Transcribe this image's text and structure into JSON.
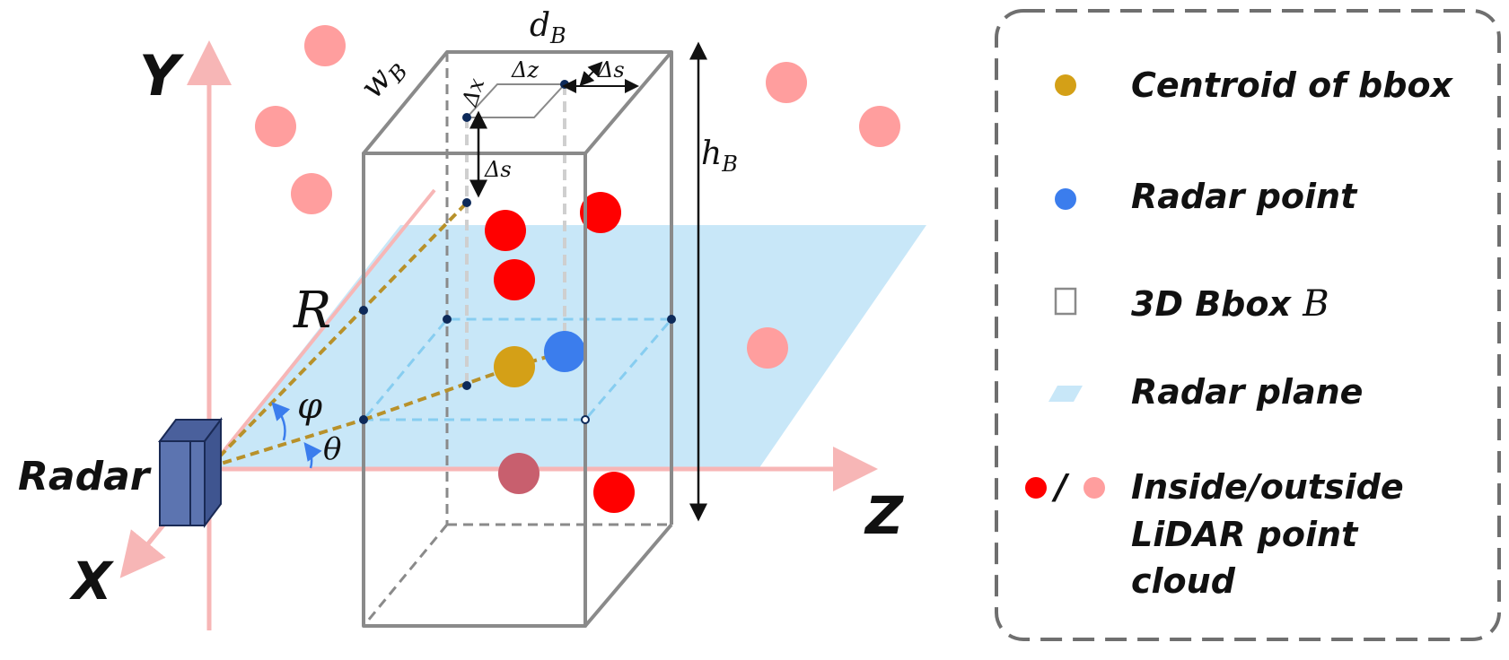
{
  "axes": {
    "y_label": "Y",
    "x_label": "X",
    "z_label": "Z"
  },
  "labels": {
    "radar": "Radar",
    "range": "R",
    "elevation": "φ",
    "azimuth": "θ"
  },
  "bbox_dims": {
    "depth": "d",
    "depth_sub": "B",
    "width": "w",
    "width_sub": "B",
    "height": "h",
    "height_sub": "B",
    "delta_x": "Δx",
    "delta_z": "Δz",
    "delta_s_top": "Δs",
    "delta_s_side": "Δs"
  },
  "legend": {
    "items": [
      {
        "label": "Centroid of bbox",
        "icon": "centroid-icon"
      },
      {
        "label": "Radar point",
        "icon": "radar-point-icon"
      },
      {
        "label": "3D Bbox ",
        "math": "B",
        "icon": "bbox-icon"
      },
      {
        "label": "Radar plane",
        "icon": "radar-plane-icon"
      },
      {
        "label_lines": [
          "Inside/outside",
          "LiDAR point",
          "cloud"
        ],
        "separator": "/",
        "icon": "lidar-points-icon"
      }
    ]
  },
  "colors": {
    "centroid": "#d4a017",
    "radar_point": "#3b7ded",
    "inside_lidar": "#ff0000",
    "outside_lidar": "#ff9e9e",
    "radar_plane": "#c8e7f8",
    "bbox_edge": "#8a8a8a",
    "axis": "#f7b6b6",
    "radar_body": "#5c74b0",
    "legend_border": "#6f6f6f"
  }
}
